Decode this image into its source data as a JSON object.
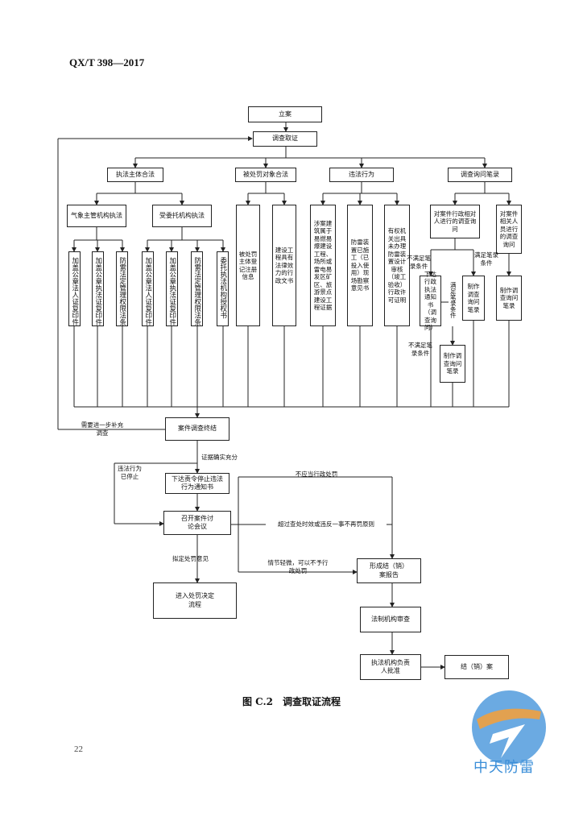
{
  "header": {
    "standard_code": "QX/T 398—2017"
  },
  "page_number": "22",
  "caption": "图 C.2　调查取证流程",
  "logo": {
    "text": "中天防雷",
    "color": "#3a8ed8",
    "accent": "#f0a040"
  },
  "flow": {
    "lian": "立案",
    "diaocha": "调查取证",
    "row1": [
      "执法主体合法",
      "被处罚对象合法",
      "违法行为",
      "调查询问笔录"
    ],
    "qixiang": "气象主管机构执法",
    "shouwei": "受委托机构执法",
    "qx_cols": [
      "加盖公章法人证复印件",
      "加盖公章执法证复印件",
      "防雷法定管理权限法条"
    ],
    "sw_cols": [
      "加盖公章法人证复印件",
      "加盖公章执法证复印件",
      "防雷法定管理权限法条",
      "委托执法机构授权书"
    ],
    "bei_boxes": [
      "被处罚主体登记注册信息",
      "建设工程具有法律效力的行政文书"
    ],
    "wf_boxes": [
      "涉案建筑属于易燃易爆建设工程、场所或雷电易发区矿区、旅游景点建设工程证据",
      "防雷装置已施工（已投入使用）现场勘察意见书",
      "有权机关出具未办理防雷装置设计审核（竣工验收）行政许可证明"
    ],
    "dc_ren": "对案件行政相对人进行的调查询问",
    "dc_guan": "对案件相关人员进行的调查询问",
    "bumanzu1": "不满足笔录条件",
    "manzu1": "满足笔录条件",
    "xiada": "下达行政执法通知书（调查询问）",
    "manzu2": "满足笔录条件",
    "zhizuo1": "制作调查询问笔录",
    "zhizuo2": "制作调查询问笔录",
    "zhizuo3": "制作调查询问笔录",
    "bumanzu2": "不满足笔录条件",
    "zhongjie": "案件调查终结",
    "buchong": "需要进一步补充调查",
    "queshi": "证据确实充分",
    "yiting": "违法行为已停止",
    "zeling": "下达责令停止违法行为通知书",
    "huiyi": "召开案件讨论会议",
    "nidin": "拟定处罚意见",
    "jinru": "进入处罚决定流程",
    "buying": "不应当行政处罚",
    "chaoguo": "超过查处时效或违反一事不再罚原则",
    "qingjie": "情节轻微，可以不予行政处罚",
    "xingcheng": "形成结（销）案报告",
    "fazhi": "法制机构审查",
    "pizhun": "执法机构负责人批准",
    "jiean": "结（销）案"
  }
}
